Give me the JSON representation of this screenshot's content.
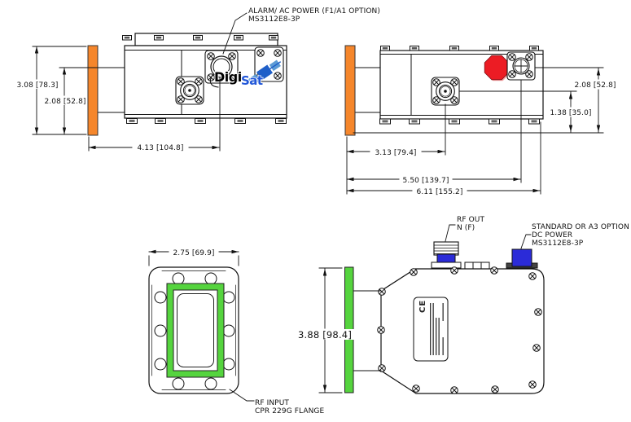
{
  "callouts": {
    "alarm": {
      "line1": "ALARM/ AC POWER (F1/A1 OPTION)",
      "line2": "MS3112E8-3P"
    },
    "rf_out": {
      "line1": "RF OUT",
      "line2": "N (F)"
    },
    "dc_power": {
      "line1": "STANDARD OR A3 OPTION",
      "line2": "DC POWER",
      "line3": "MS3112E8-3P"
    },
    "rf_input": {
      "line1": "RF INPUT",
      "line2": "CPR 229G FLANGE"
    }
  },
  "dimensions": {
    "left_view": {
      "flange_height": "3.08 [78.3]",
      "power_conn_height": "2.08 [52.8]",
      "power_conn_offset": "4.13 [104.8]"
    },
    "right_view": {
      "power_conn_height": "2.08 [52.8]",
      "rf_conn_height": "1.38 [35.0]",
      "rf_conn_offset": "3.13 [79.4]",
      "power_conn_offset": "5.50 [139.7]",
      "overall_length": "6.11 [155.2]"
    },
    "flange_view": {
      "width": "2.75 [69.9]"
    },
    "output_view": {
      "body_height": "3.88 [98.4]"
    }
  },
  "logo": {
    "digi": "Digi",
    "sat": "Sat"
  },
  "nameplate": {
    "ce_mark": "CE"
  },
  "colors": {
    "flange_orange": "#F5862B",
    "flange_green": "#55D43E",
    "connector_blue": "#2B2BD8",
    "stop_red": "#EC1C24",
    "logo_blue": "#2257D8",
    "satellite_blue": "#5B9BD5",
    "line": "#1a1a1a"
  }
}
